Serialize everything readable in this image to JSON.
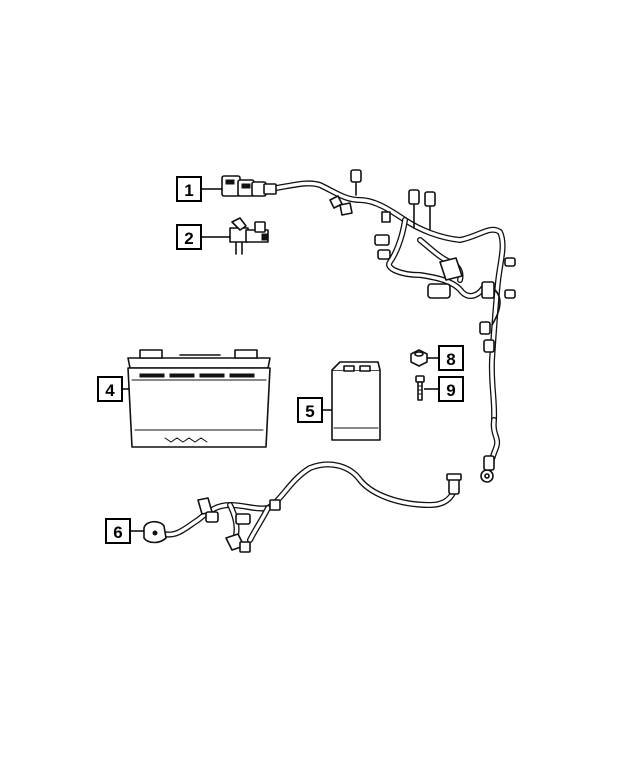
{
  "callouts": [
    {
      "label": "1",
      "part": "harness-upper"
    },
    {
      "label": "2",
      "part": "harness-connector"
    },
    {
      "label": "4",
      "part": "battery"
    },
    {
      "label": "5",
      "part": "battery-small"
    },
    {
      "label": "6",
      "part": "cable-lower"
    },
    {
      "label": "8",
      "part": "nut"
    },
    {
      "label": "9",
      "part": "bolt"
    }
  ]
}
